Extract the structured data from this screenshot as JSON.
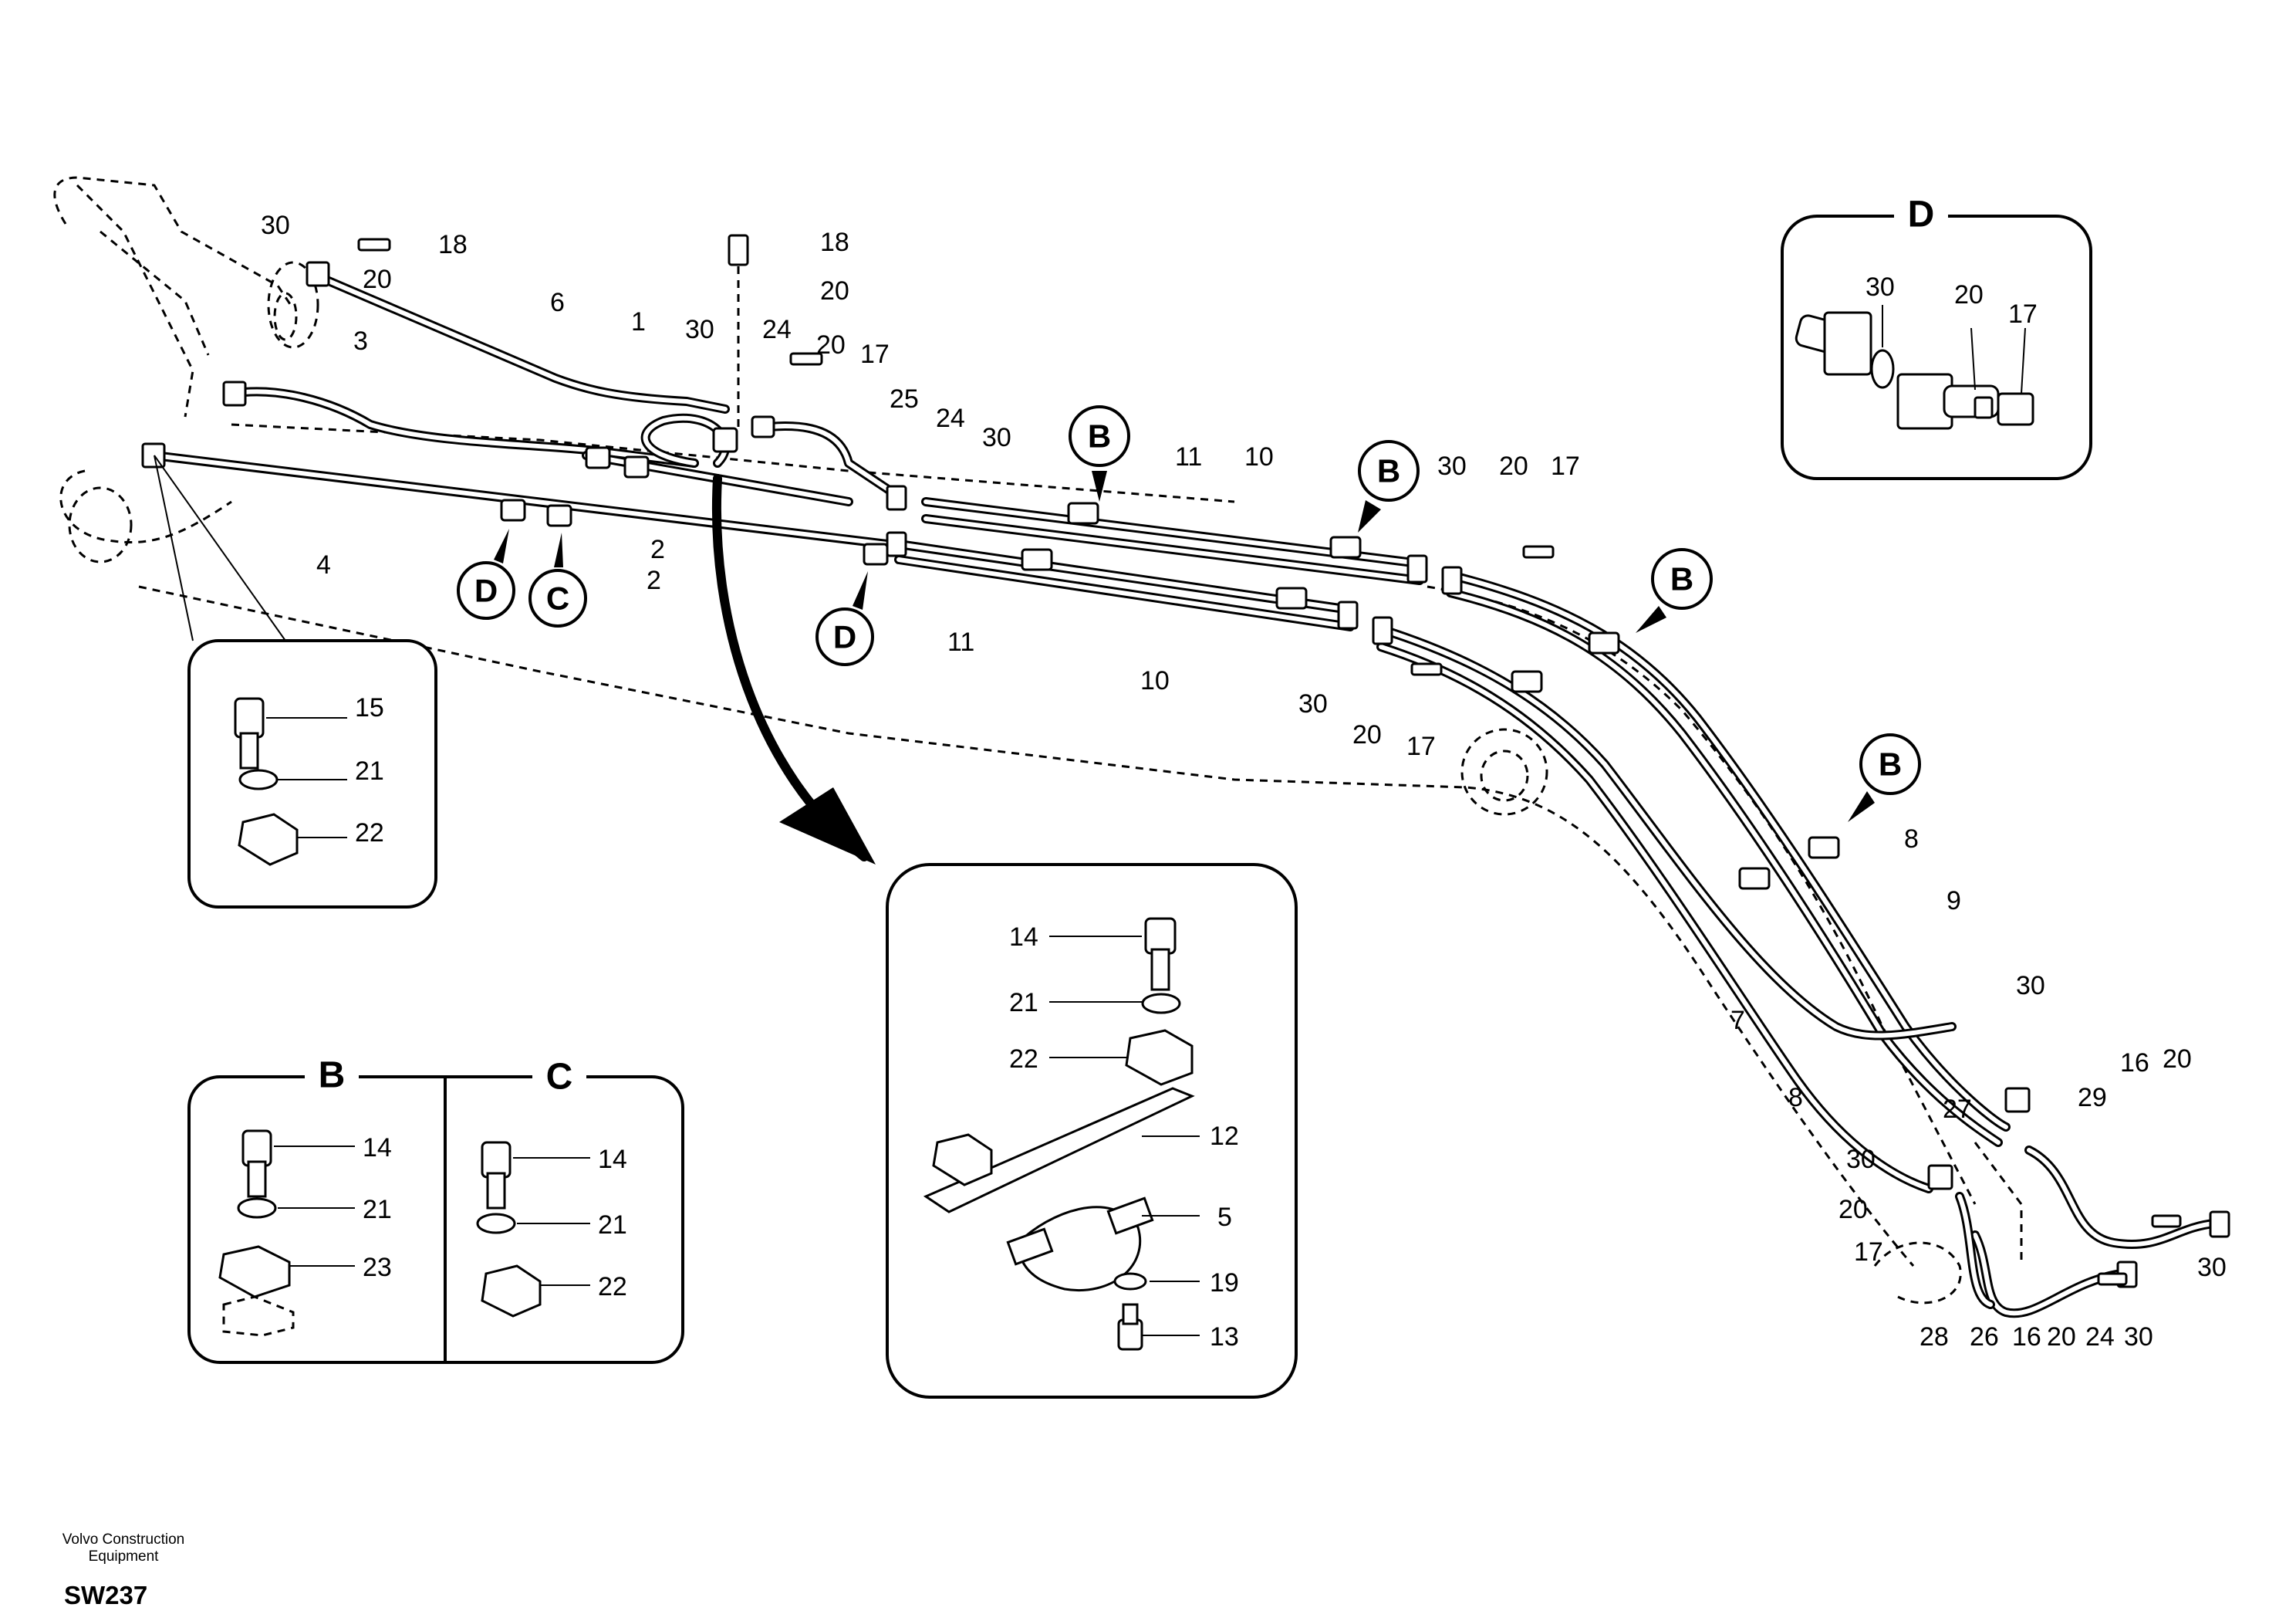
{
  "footer": {
    "manufacturer_line1": "Volvo Construction",
    "manufacturer_line2": "Equipment",
    "code": "SW237"
  },
  "callouts": {
    "b": "B",
    "c": "C",
    "d": "D"
  },
  "insets": {
    "detail_d_title": "D",
    "detail_b_title": "B",
    "detail_c_title": "C"
  },
  "labels": {
    "main": [
      "30",
      "18",
      "20",
      "18",
      "20",
      "6",
      "3",
      "1",
      "30",
      "24",
      "20",
      "17",
      "25",
      "24",
      "30",
      "11",
      "10",
      "30",
      "20",
      "17",
      "4",
      "2",
      "2",
      "11",
      "10",
      "30",
      "20",
      "17",
      "8",
      "9",
      "7",
      "8",
      "30",
      "16",
      "20",
      "29",
      "27",
      "30",
      "20",
      "17",
      "30",
      "28",
      "26",
      "16",
      "20",
      "24",
      "30"
    ],
    "lower_left_inset": [
      "15",
      "21",
      "22"
    ],
    "d_inset": [
      "30",
      "20",
      "17"
    ],
    "center_inset": [
      "14",
      "21",
      "22",
      "12",
      "5",
      "19",
      "13"
    ],
    "b_inset": [
      "14",
      "21",
      "23"
    ],
    "c_inset": [
      "14",
      "21",
      "22"
    ]
  }
}
